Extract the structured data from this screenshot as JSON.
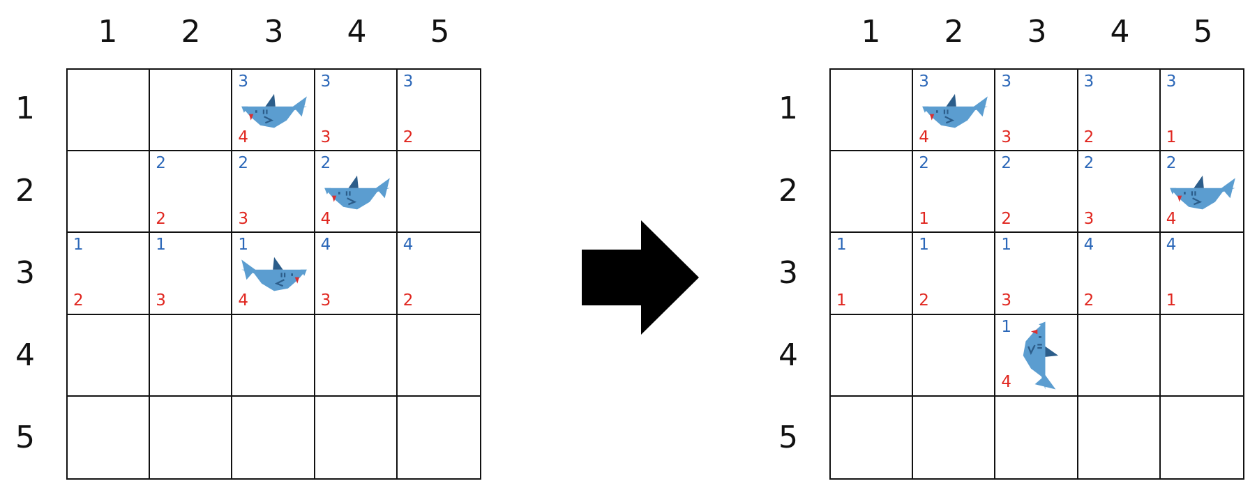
{
  "columns": [
    "1",
    "2",
    "3",
    "4",
    "5"
  ],
  "rows": [
    "1",
    "2",
    "3",
    "4",
    "5"
  ],
  "colors": {
    "top_number": "#2b67b8",
    "bottom_number": "#e0261f",
    "shark_body": "#5b9dd0",
    "shark_fin": "#2c5d8a",
    "tooth": "#d93030"
  },
  "left_grid": {
    "cells": [
      [
        {
          "top": "",
          "bottom": ""
        },
        {
          "top": "",
          "bottom": ""
        },
        {
          "top": "3",
          "bottom": "4"
        },
        {
          "top": "3",
          "bottom": "3"
        },
        {
          "top": "3",
          "bottom": "2"
        }
      ],
      [
        {
          "top": "",
          "bottom": ""
        },
        {
          "top": "2",
          "bottom": "2"
        },
        {
          "top": "2",
          "bottom": "3"
        },
        {
          "top": "2",
          "bottom": "4"
        },
        {
          "top": "",
          "bottom": ""
        }
      ],
      [
        {
          "top": "1",
          "bottom": "2"
        },
        {
          "top": "1",
          "bottom": "3"
        },
        {
          "top": "1",
          "bottom": "4"
        },
        {
          "top": "4",
          "bottom": "3"
        },
        {
          "top": "4",
          "bottom": "2"
        }
      ],
      [
        {
          "top": "",
          "bottom": ""
        },
        {
          "top": "",
          "bottom": ""
        },
        {
          "top": "",
          "bottom": ""
        },
        {
          "top": "",
          "bottom": ""
        },
        {
          "top": "",
          "bottom": ""
        }
      ],
      [
        {
          "top": "",
          "bottom": ""
        },
        {
          "top": "",
          "bottom": ""
        },
        {
          "top": "",
          "bottom": ""
        },
        {
          "top": "",
          "bottom": ""
        },
        {
          "top": "",
          "bottom": ""
        }
      ]
    ],
    "sharks": [
      {
        "row": 1,
        "col": 3,
        "facing": "left"
      },
      {
        "row": 2,
        "col": 4,
        "facing": "left"
      },
      {
        "row": 3,
        "col": 3,
        "facing": "right"
      }
    ]
  },
  "right_grid": {
    "cells": [
      [
        {
          "top": "",
          "bottom": ""
        },
        {
          "top": "3",
          "bottom": "4"
        },
        {
          "top": "3",
          "bottom": "3"
        },
        {
          "top": "3",
          "bottom": "2"
        },
        {
          "top": "3",
          "bottom": "1"
        }
      ],
      [
        {
          "top": "",
          "bottom": ""
        },
        {
          "top": "2",
          "bottom": "1"
        },
        {
          "top": "2",
          "bottom": "2"
        },
        {
          "top": "2",
          "bottom": "3"
        },
        {
          "top": "2",
          "bottom": "4"
        }
      ],
      [
        {
          "top": "1",
          "bottom": "1"
        },
        {
          "top": "1",
          "bottom": "2"
        },
        {
          "top": "1",
          "bottom": "3"
        },
        {
          "top": "4",
          "bottom": "2"
        },
        {
          "top": "4",
          "bottom": "1"
        }
      ],
      [
        {
          "top": "",
          "bottom": ""
        },
        {
          "top": "",
          "bottom": ""
        },
        {
          "top": "1",
          "bottom": "4"
        },
        {
          "top": "",
          "bottom": ""
        },
        {
          "top": "",
          "bottom": ""
        }
      ],
      [
        {
          "top": "",
          "bottom": ""
        },
        {
          "top": "",
          "bottom": ""
        },
        {
          "top": "",
          "bottom": ""
        },
        {
          "top": "",
          "bottom": ""
        },
        {
          "top": "",
          "bottom": ""
        }
      ]
    ],
    "sharks": [
      {
        "row": 1,
        "col": 2,
        "facing": "left"
      },
      {
        "row": 2,
        "col": 5,
        "facing": "left"
      },
      {
        "row": 4,
        "col": 3,
        "facing": "down"
      }
    ]
  },
  "arrow": {
    "icon": "right-arrow-icon",
    "color": "#000000"
  }
}
